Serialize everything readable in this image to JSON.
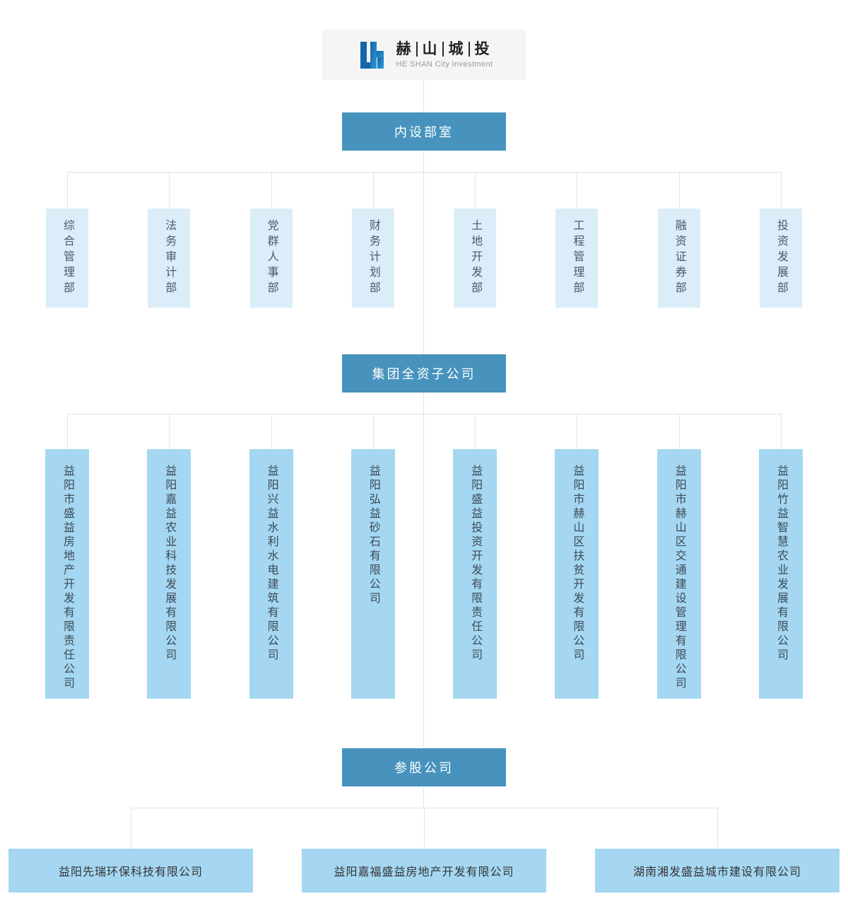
{
  "logo": {
    "title": "赫山城投",
    "title_chars": [
      "赫",
      "山",
      "城",
      "投"
    ],
    "subtitle": "HE SHAN City Investment"
  },
  "sections": [
    {
      "label": "内设部室",
      "items": [
        "综合管理部",
        "法务审计部",
        "党群人事部",
        "财务计划部",
        "土地开发部",
        "工程管理部",
        "融资证券部",
        "投资发展部"
      ]
    },
    {
      "label": "集团全资子公司",
      "items": [
        "益阳市盛益房地产开发有限责任公司",
        "益阳嘉益农业科技发展有限公司",
        "益阳兴益水利水电建筑有限公司",
        "益阳弘益砂石有限公司",
        "益阳盛益投资开发有限责任公司",
        "益阳市赫山区扶贫开发有限公司",
        "益阳市赫山区交通建设管理有限公司",
        "益阳竹益智慧农业发展有限公司"
      ]
    },
    {
      "label": "参股公司",
      "items": [
        "益阳先瑞环保科技有限公司",
        "益阳嘉福盛益房地产开发有限公司",
        "湖南湘发盛益城市建设有限公司"
      ]
    }
  ],
  "colors": {
    "header_bg": "#4793be",
    "dept_box_bg": "#dbedf8",
    "subsidiary_box_bg": "#a5d7f2",
    "logo_bg": "#f5f5f6",
    "line": "#dfe4e8",
    "logo_blue_dark": "#1665ab",
    "logo_blue_light": "#2f9ad6"
  }
}
